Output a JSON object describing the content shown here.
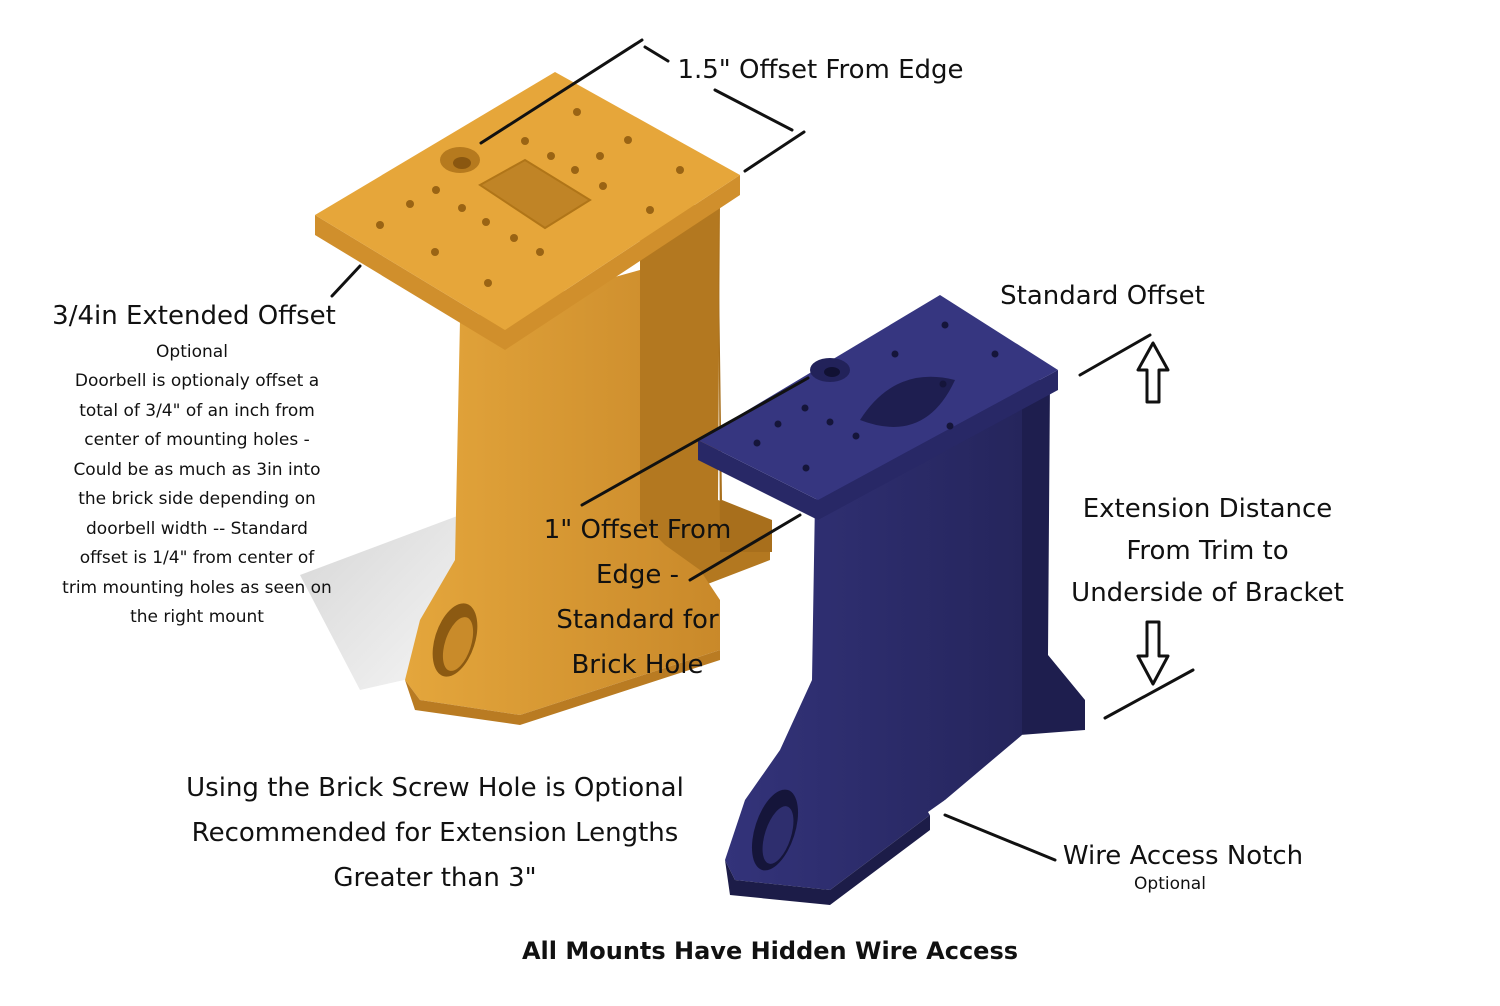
{
  "colors": {
    "left_mount": "#E0A136",
    "right_mount": "#2E2E6E",
    "leader_lines": "#111111",
    "background": "#FFFFFF"
  },
  "labels": {
    "top_offset": "1.5\" Offset From Edge",
    "extended_offset_title": "3/4in Extended Offset",
    "extended_offset_optional": "Optional",
    "extended_offset_note": [
      "Doorbell is optionaly offset a",
      "total of 3/4\" of an inch from",
      "center of mounting holes -",
      "Could be as much as 3in into",
      "the brick side depending on",
      "doorbell width --  Standard",
      "offset is 1/4\" from center of",
      "trim mounting holes as seen on",
      "the right mount"
    ],
    "standard_offset": "Standard Offset",
    "edge_offset": [
      "1\" Offset From",
      "Edge -",
      "Standard for",
      "Brick Hole"
    ],
    "extension_distance": [
      "Extension Distance",
      "From Trim to",
      "Underside of Bracket"
    ],
    "brick_screw_hole": [
      "Using the Brick Screw Hole is Optional",
      "Recommended for Extension Lengths",
      "Greater than 3\""
    ],
    "wire_notch_title": "Wire Access Notch",
    "wire_notch_optional": "Optional",
    "footer": "All Mounts Have Hidden Wire Access"
  }
}
